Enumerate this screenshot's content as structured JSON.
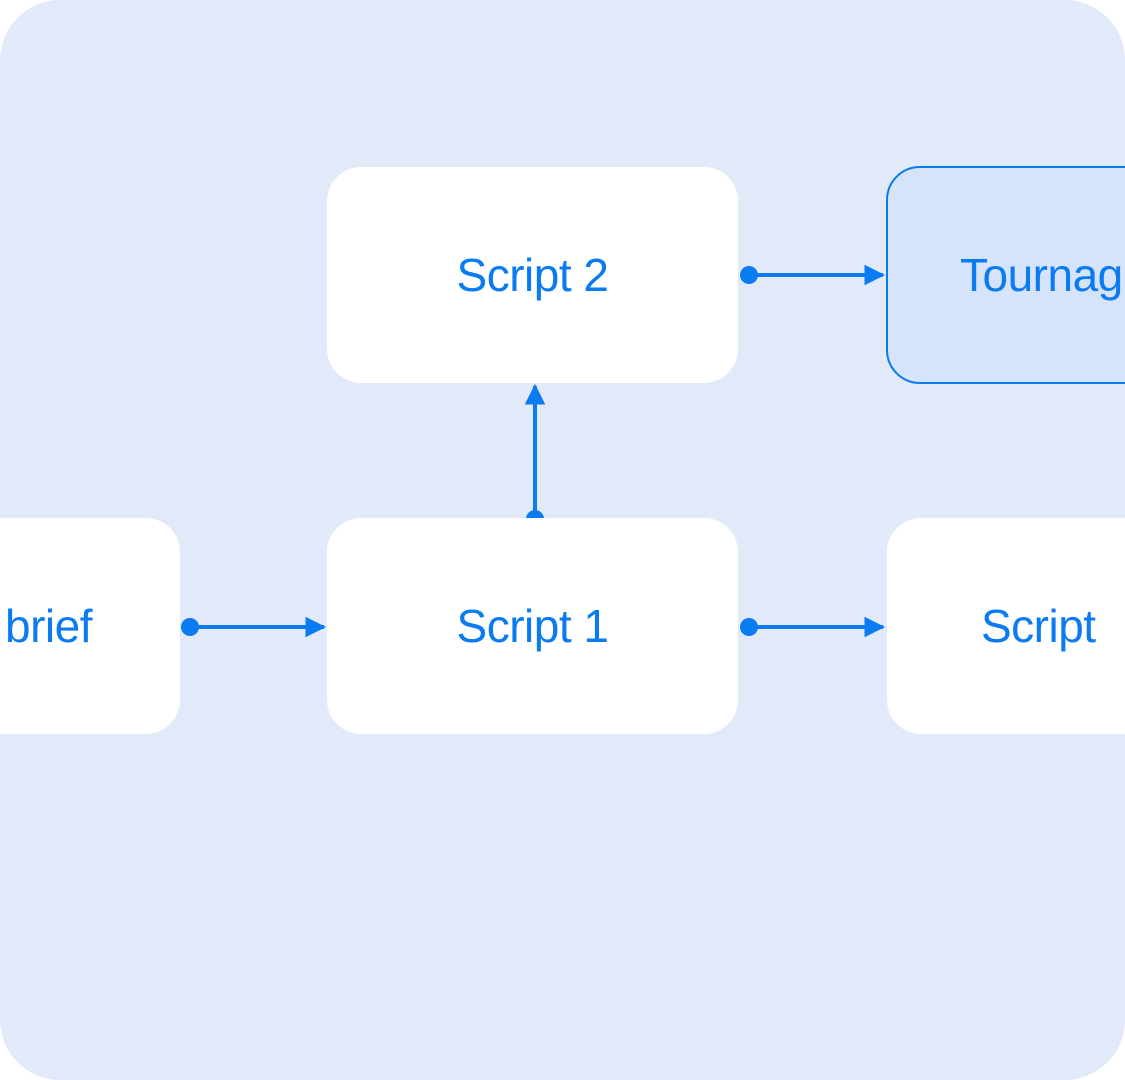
{
  "colors": {
    "background": "#e2e9f9",
    "node_fill": "#ffffff",
    "node_highlight_fill": "#d6e4fb",
    "accent": "#0a7bf0"
  },
  "nodes": {
    "brief": {
      "label": "brief"
    },
    "script1": {
      "label": "Script 1"
    },
    "script2": {
      "label": "Script 2"
    },
    "script3": {
      "label": "Script"
    },
    "tournament": {
      "label": "Tournag"
    }
  },
  "edges": [
    {
      "from": "brief",
      "to": "script1"
    },
    {
      "from": "script1",
      "to": "script2"
    },
    {
      "from": "script2",
      "to": "tournament"
    },
    {
      "from": "script1",
      "to": "script3"
    }
  ]
}
